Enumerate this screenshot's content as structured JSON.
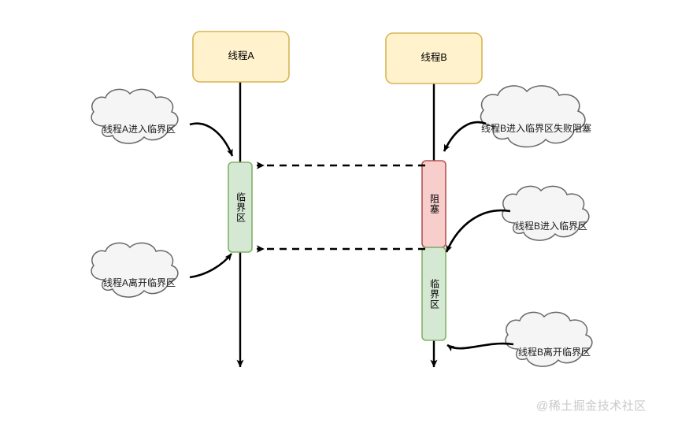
{
  "diagram": {
    "type": "sequence-diagram",
    "title_text": "",
    "background": "#ffffff",
    "colors": {
      "actor_fill": "#fff2cc",
      "actor_stroke": "#d6b656",
      "critical_fill": "#d5e8d4",
      "critical_stroke": "#82b366",
      "blocked_fill": "#f8cecc",
      "blocked_stroke": "#b85450",
      "lifeline": "#000000",
      "cloud_fill": "#f5f5f5",
      "cloud_stroke": "#666666",
      "watermark": "#c9c9c9"
    },
    "actors": [
      {
        "id": "thread-a",
        "label": "线程A"
      },
      {
        "id": "thread-b",
        "label": "线程B"
      }
    ],
    "activations": [
      {
        "id": "a-critical",
        "actor": "thread-a",
        "label": "临界区",
        "state": "critical-section"
      },
      {
        "id": "b-blocked",
        "actor": "thread-b",
        "label": "阻塞",
        "state": "blocked"
      },
      {
        "id": "b-critical",
        "actor": "thread-b",
        "label": "临界区",
        "state": "critical-section"
      }
    ],
    "annotations": [
      {
        "id": "note-a-enter",
        "text": "线程A进入临界区",
        "target": "a-critical"
      },
      {
        "id": "note-a-leave",
        "text": "线程A离开临界区",
        "target": "a-critical"
      },
      {
        "id": "note-b-block",
        "text": "线程B进入临界区失败阻塞",
        "target": "b-blocked"
      },
      {
        "id": "note-b-enter",
        "text": "线程B进入临界区",
        "target": "b-critical"
      },
      {
        "id": "note-b-leave",
        "text": "线程B离开临界区",
        "target": "b-critical"
      }
    ],
    "messages": [
      {
        "id": "msg-block-1",
        "from": "thread-b",
        "to": "thread-a",
        "style": "dashed",
        "label": ""
      },
      {
        "id": "msg-block-2",
        "from": "thread-b",
        "to": "thread-a",
        "style": "dashed",
        "label": ""
      }
    ],
    "watermark": "@稀土掘金技术社区"
  }
}
